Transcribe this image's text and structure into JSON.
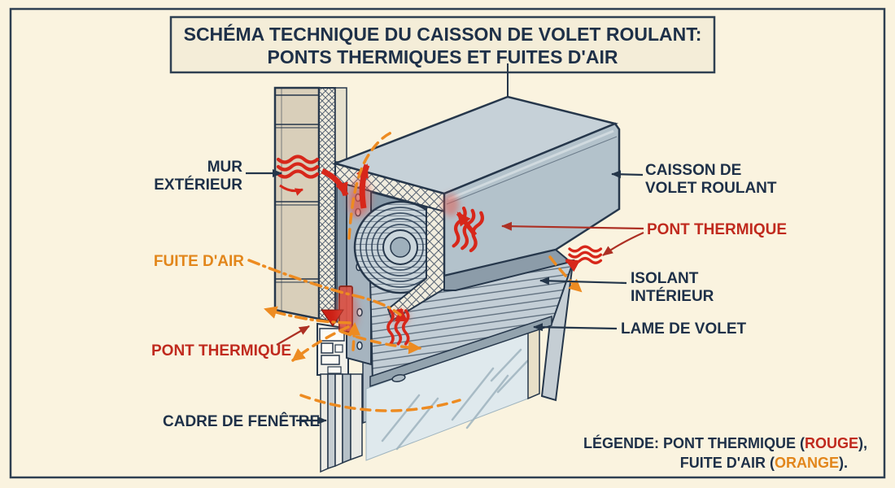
{
  "title": {
    "line1": "SCHÉMA TECHNIQUE DU CAISSON DE VOLET ROULANT:",
    "line2": "PONTS THERMIQUES ET FUITES D'AIR"
  },
  "labels": {
    "mur_exterieur_l1": "MUR",
    "mur_exterieur_l2": "EXTÉRIEUR",
    "caisson_l1": "CAISSON DE",
    "caisson_l2": "VOLET ROULANT",
    "pont_thermique_right": "PONT THERMIQUE",
    "isolant_l1": "ISOLANT",
    "isolant_l2": "INTÉRIEUR",
    "lame_de_volet": "LAME DE VOLET",
    "fuite_dair": "FUITE D'AIR",
    "pont_thermique_left": "PONT THERMIQUE",
    "cadre_de_fenetre": "CADRE DE FENÊTRE"
  },
  "legend": {
    "l1a": "LÉGENDE: PONT THERMIQUE (",
    "l1b": "ROUGE",
    "l1c": "),",
    "l2a": "FUITE D'AIR (",
    "l2b": "ORANGE",
    "l2c": ")."
  },
  "colors": {
    "background": "#FAF3DF",
    "frame_navy": "#2F4052",
    "text_navy": "#1E3048",
    "thermal_bridge_red": "#D7271A",
    "label_red": "#C02A1E",
    "air_leak_orange": "#ED8B21",
    "label_orange": "#E2861B",
    "wall_beige": "#D9CFBA",
    "box_top": "#C6D1D8",
    "box_front": "#B3C2CB",
    "glass": "#DFE9ED"
  }
}
